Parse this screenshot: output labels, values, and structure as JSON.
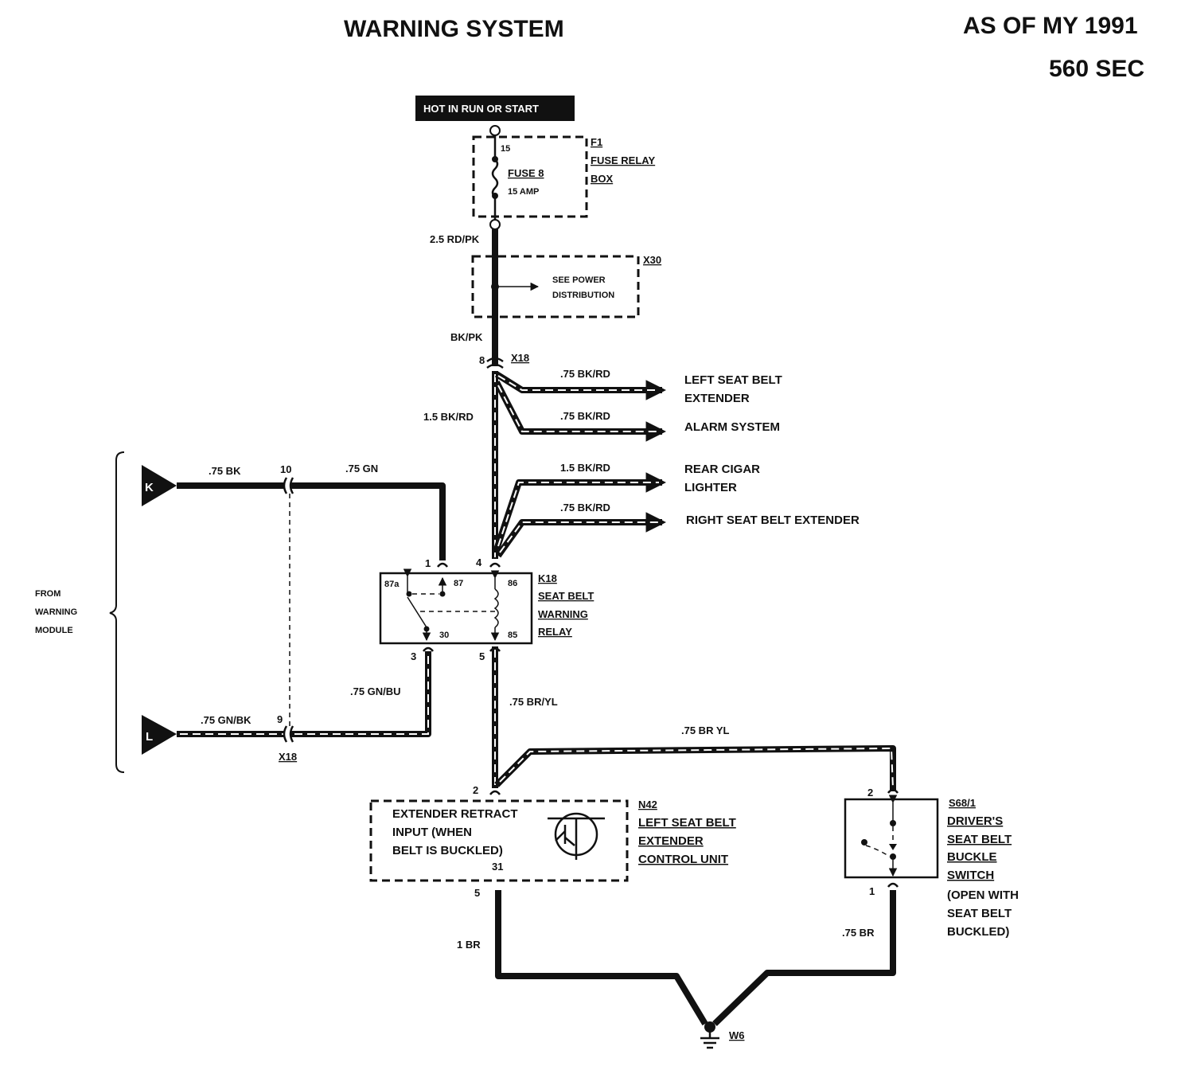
{
  "header": {
    "title": "WARNING SYSTEM",
    "model_year": "AS OF MY 1991",
    "model": "560 SEC"
  },
  "power_source": "HOT IN RUN OR START",
  "f1": {
    "id": "F1",
    "line1": "FUSE RELAY",
    "line2": "BOX",
    "terminal": "15",
    "fuse_name": "FUSE 8",
    "fuse_rating": "15 AMP"
  },
  "x30": {
    "id": "X30",
    "line1": "SEE POWER",
    "line2": "DISTRIBUTION"
  },
  "x18": {
    "id": "X18",
    "pin_8": "8",
    "pin_10": "10",
    "pin_9": "9"
  },
  "wires": {
    "w_2_5_rdpk": "2.5 RD/PK",
    "w_bkpk": "BK/PK",
    "w_1_5_bkrd": "1.5 BK/RD",
    "w_75_bkrd_a": ".75 BK/RD",
    "w_75_bkrd_b": ".75 BK/RD",
    "w_1_5_bkrd_b": "1.5 BK/RD",
    "w_75_bkrd_c": ".75 BK/RD",
    "w_75_bk": ".75 BK",
    "w_75_gn": ".75 GN",
    "w_75_gnbu": ".75 GN/BU",
    "w_75_gnbk": ".75 GN/BK",
    "w_75_bryl_a": ".75 BR/YL",
    "w_75_bryl_b": ".75 BR YL",
    "w_1_br": "1 BR",
    "w_75_br": ".75 BR"
  },
  "destinations": {
    "left_extender_1": "LEFT SEAT BELT",
    "left_extender_2": "EXTENDER",
    "alarm": "ALARM SYSTEM",
    "cigar_1": "REAR CIGAR",
    "cigar_2": "LIGHTER",
    "right_extender": "RIGHT SEAT BELT EXTENDER"
  },
  "warning_module": {
    "line1": "FROM",
    "line2": "WARNING",
    "line3": "MODULE",
    "k": "K",
    "l": "L"
  },
  "k18": {
    "id": "K18",
    "line1": "SEAT BELT",
    "line2": "WARNING",
    "line3": "RELAY",
    "pin_1": "1",
    "pin_4": "4",
    "pin_3": "3",
    "pin_5": "5",
    "t_87a": "87a",
    "t_87": "87",
    "t_86": "86",
    "t_30": "30",
    "t_85": "85"
  },
  "n42": {
    "id": "N42",
    "line1": "LEFT SEAT BELT",
    "line2": "EXTENDER",
    "line3": "CONTROL UNIT",
    "desc1": "EXTENDER RETRACT",
    "desc2": "INPUT (WHEN",
    "desc3": "BELT IS BUCKLED)",
    "pin_2": "2",
    "pin_5": "5",
    "t_31": "31"
  },
  "s68": {
    "id": "S68/1",
    "line1": "DRIVER'S",
    "line2": "SEAT BELT",
    "line3": "BUCKLE",
    "line4": "SWITCH",
    "note1": "(OPEN WITH",
    "note2": "SEAT BELT",
    "note3": "BUCKLED)",
    "pin_2": "2",
    "pin_1": "1"
  },
  "ground": {
    "id": "W6"
  }
}
